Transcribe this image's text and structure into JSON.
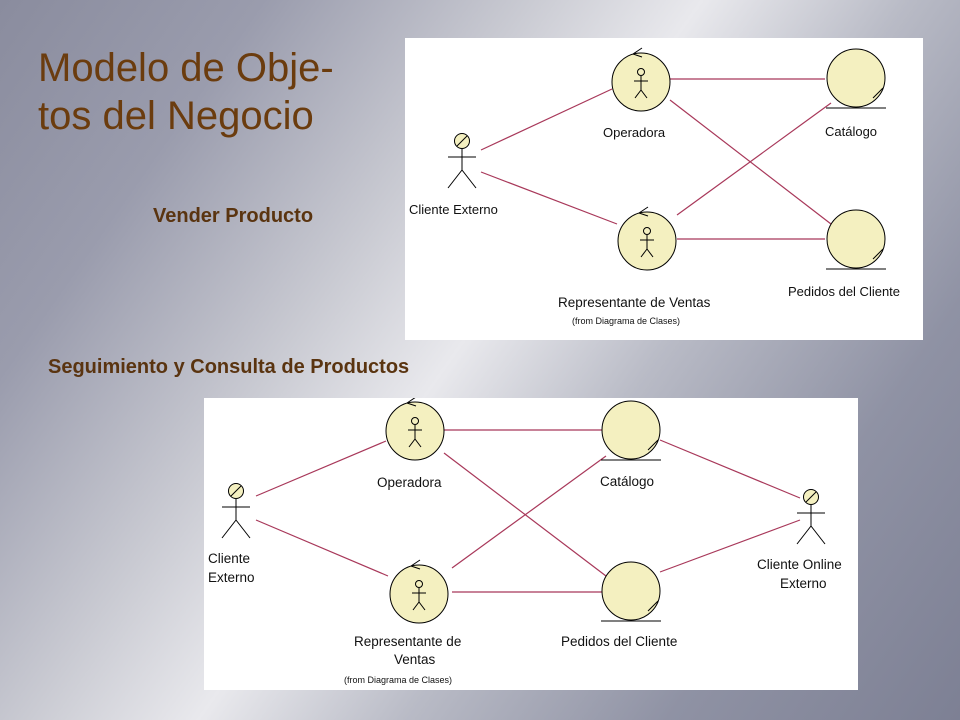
{
  "title": {
    "line1": "Modelo de Obje-",
    "line2": "tos del Negocio"
  },
  "diagram1": {
    "caption": "Vender Producto",
    "actor": "Cliente Externo",
    "worker1": "Operadora",
    "worker2": "Representante de Ventas",
    "worker2_note": "(from Diagrama de Clases)",
    "entity1": "Catálogo",
    "entity2": "Pedidos del Cliente"
  },
  "diagram2": {
    "caption": "Seguimiento y Consulta de Productos",
    "actor1_line1": "Cliente",
    "actor1_line2": "Externo",
    "worker1": "Operadora",
    "worker2_line1": "Representante de",
    "worker2_line2": "Ventas",
    "worker2_note": "(from Diagrama de Clases)",
    "entity1": "Catálogo",
    "entity2": "Pedidos del Cliente",
    "actor2_line1": "Cliente Online",
    "actor2_line2": "Externo"
  },
  "colors": {
    "title": "#6b3c0e",
    "caption": "#5a3410",
    "association": "#a8385a",
    "node_fill": "#f4f0c0"
  }
}
